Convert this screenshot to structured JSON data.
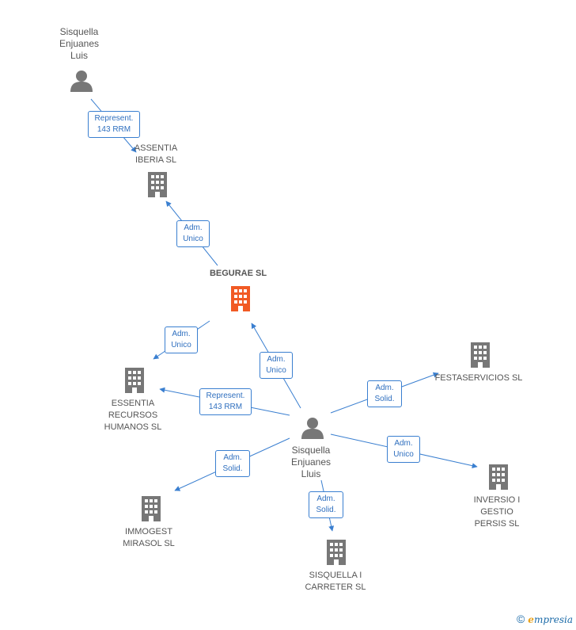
{
  "colors": {
    "edge": "#3a7fd0",
    "company": "#777777",
    "focus_company": "#f15a24",
    "person": "#777777"
  },
  "nodes": {
    "person_top": {
      "label": "Sisquella\nEnjuanes\nLuis",
      "icon": "person-icon"
    },
    "assentia": {
      "label": "ASSENTIA\nIBERIA SL",
      "icon": "building-icon"
    },
    "begurae": {
      "label": "BEGURAE SL",
      "icon": "building-icon"
    },
    "essentia": {
      "label": "ESSENTIA\nRECURSOS\nHUMANOS SL",
      "icon": "building-icon"
    },
    "festaservicios": {
      "label": "FESTASERVICIOS SL",
      "icon": "building-icon"
    },
    "person_center": {
      "label": "Sisquella\nEnjuanes\nLluis",
      "icon": "person-icon"
    },
    "immogest": {
      "label": "IMMOGEST\nMIRASOL  SL",
      "icon": "building-icon"
    },
    "inversio": {
      "label": "INVERSIO I\nGESTIO\nPERSIS SL",
      "icon": "building-icon"
    },
    "sisquella_carreter": {
      "label": "SISQUELLA I\nCARRETER SL",
      "icon": "building-icon"
    }
  },
  "edges": {
    "e1": "Represent.\n143 RRM",
    "e2": "Adm.\nUnico",
    "e3": "Adm.\nUnico",
    "e4": "Adm.\nUnico",
    "e5": "Represent.\n143 RRM",
    "e6": "Adm.\nSolid.",
    "e7": "Adm.\nUnico",
    "e8": "Adm.\nSolid.",
    "e9": "Adm.\nSolid."
  },
  "footer": {
    "copyright": "©",
    "brand_initial": "e",
    "brand_rest": "mpresia"
  }
}
